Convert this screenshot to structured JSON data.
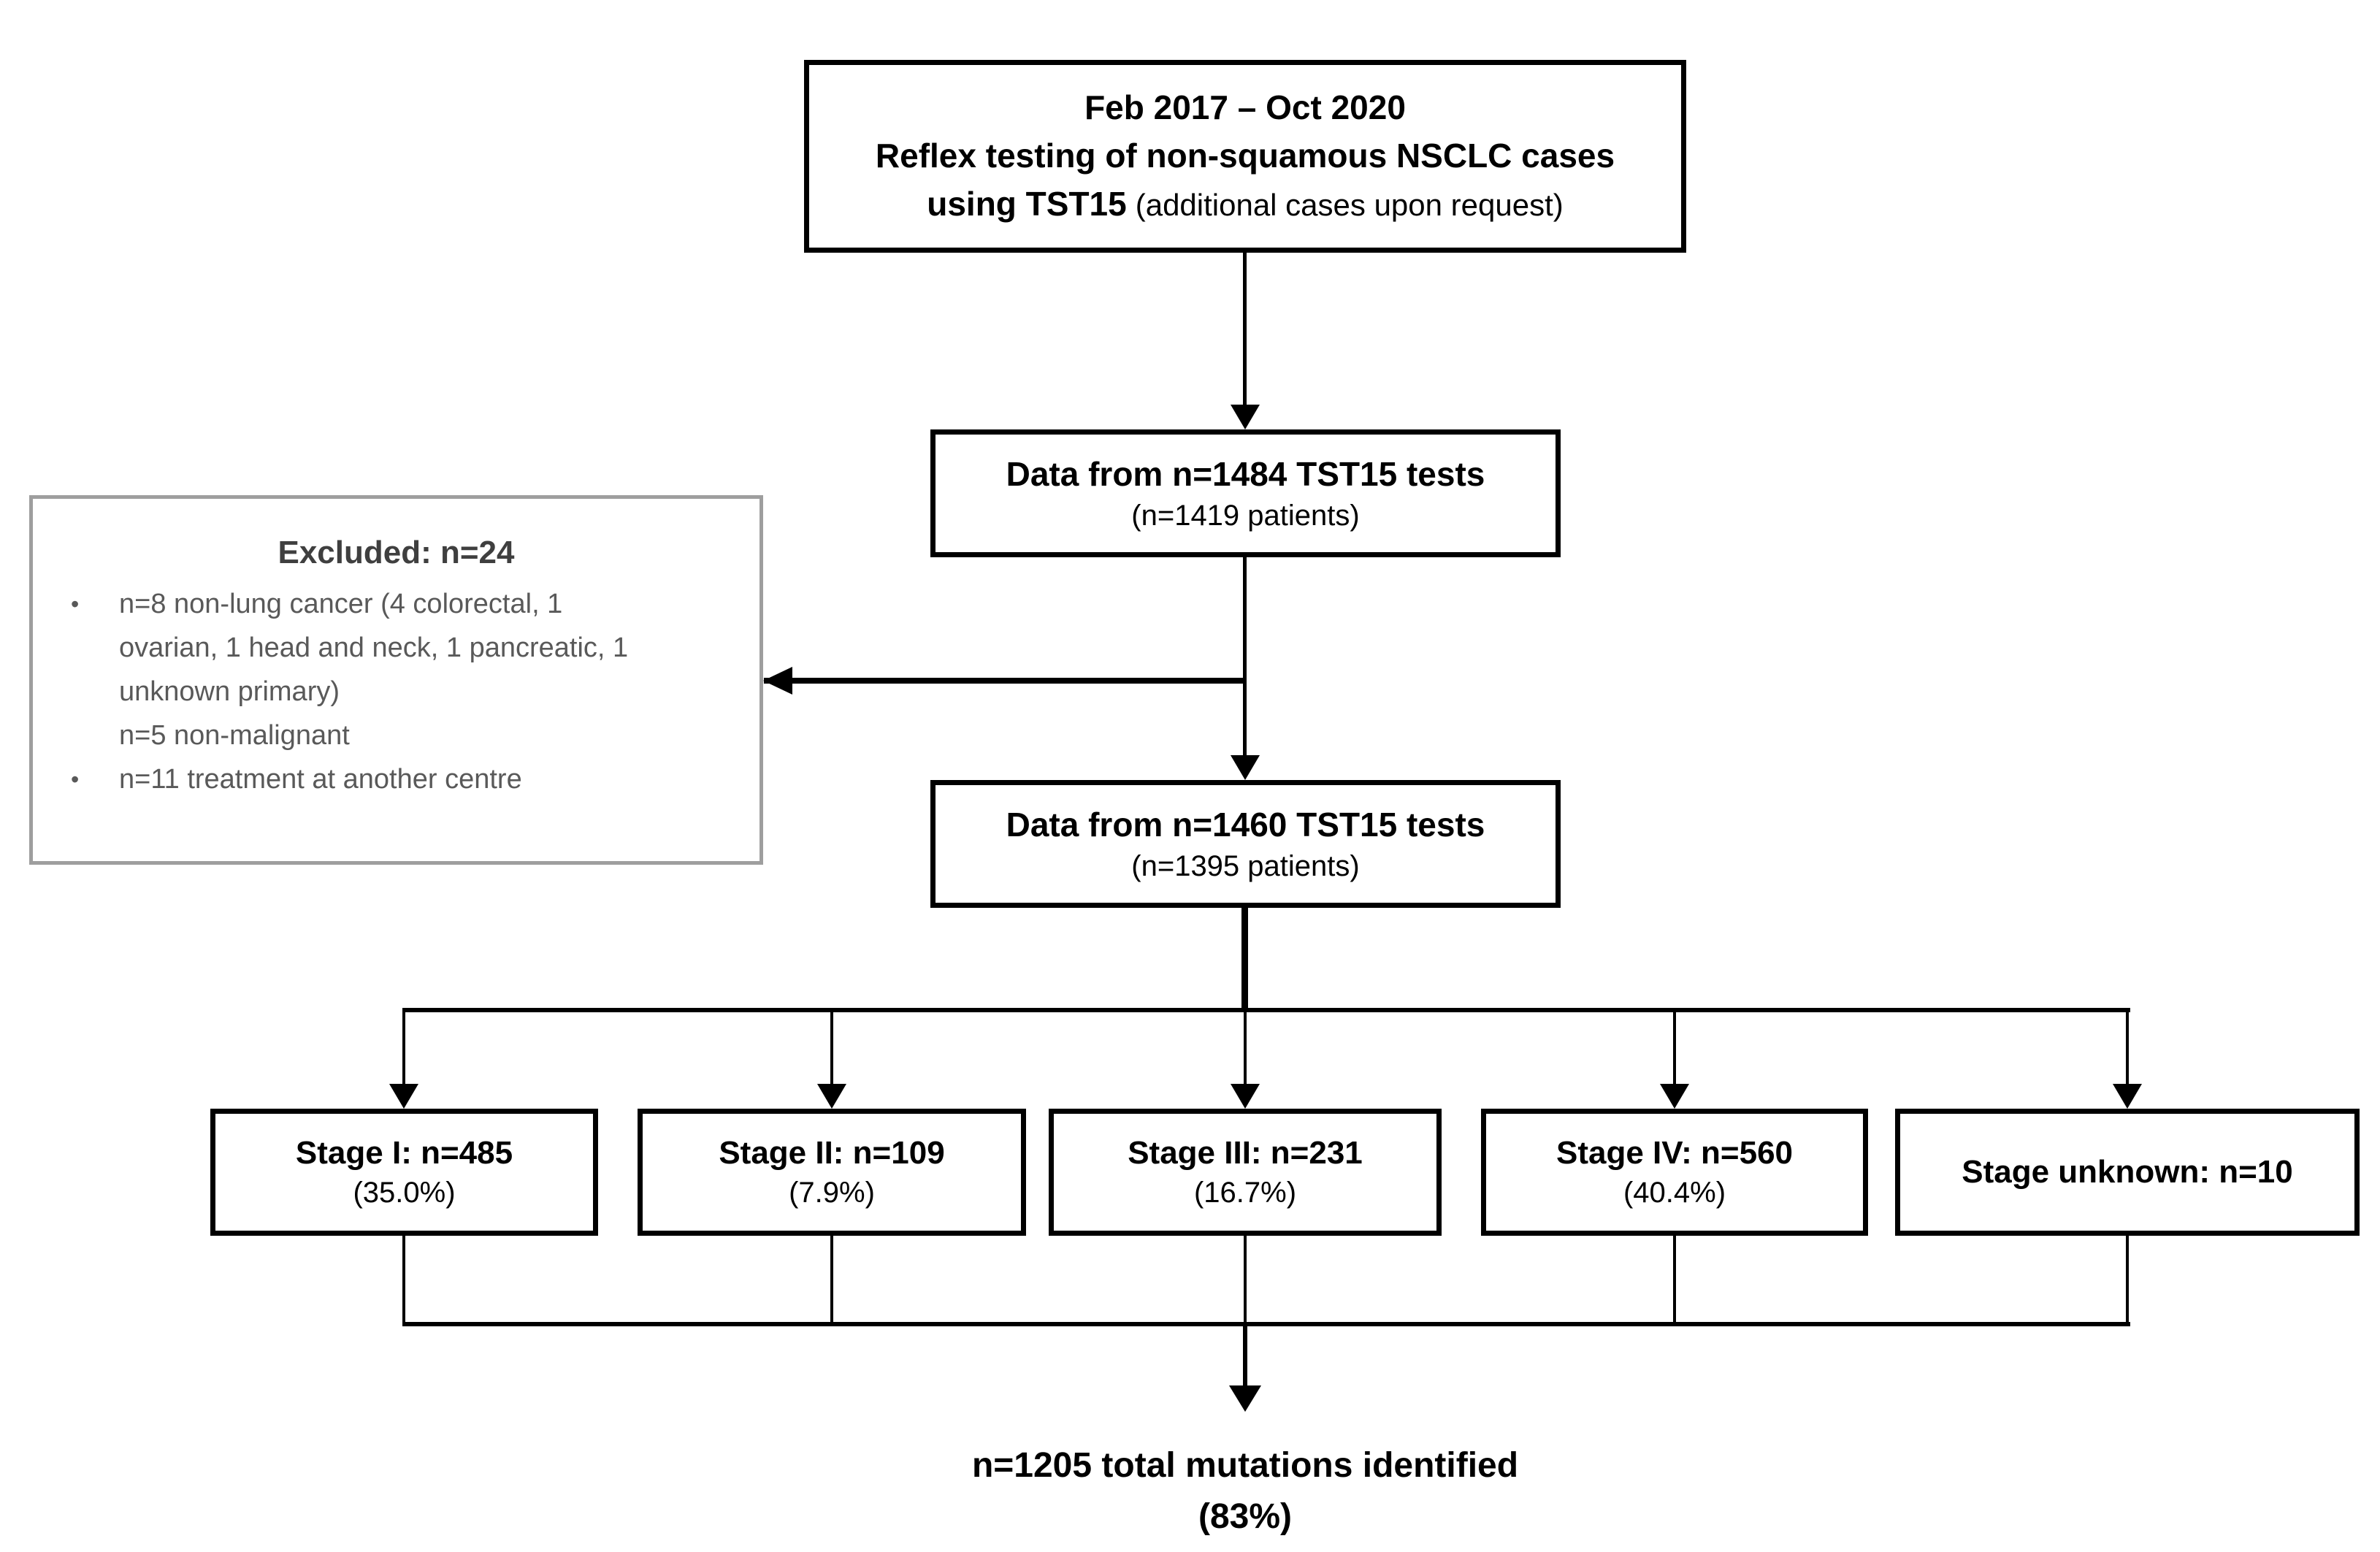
{
  "colors": {
    "line_black": "#000000",
    "excluded_border_gray": "#9e9e9e",
    "excluded_title_gray": "#3f3f3f",
    "excluded_text_gray": "#595959"
  },
  "top_box": {
    "line1": "Feb 2017 – Oct 2020",
    "line2": "Reflex testing of non-squamous NSCLC cases",
    "line3_bold": "using TST15",
    "line3_note": "(additional cases upon request)"
  },
  "initial_tests": {
    "line1": "Data from n=1484 TST15 tests",
    "line2": "(n=1419 patients)"
  },
  "excluded": {
    "title": "Excluded: n=24",
    "lines": [
      {
        "bullet": "•",
        "text": "n=8 non-lung cancer (4 colorectal, 1"
      },
      {
        "bullet": "",
        "text": "ovarian, 1 head and neck, 1 pancreatic, 1"
      },
      {
        "bullet": "",
        "text": "unknown primary)"
      },
      {
        "bullet": "",
        "text": "n=5 non-malignant"
      },
      {
        "bullet": "•",
        "text": "n=11 treatment at another centre"
      }
    ]
  },
  "included_tests": {
    "line1": "Data from n=1460 TST15 tests",
    "line2": "(n=1395 patients)"
  },
  "stages": [
    {
      "label": "Stage I: n=485",
      "percent": "(35.0%)"
    },
    {
      "label": "Stage II: n=109",
      "percent": "(7.9%)"
    },
    {
      "label": "Stage III: n=231",
      "percent": "(16.7%)"
    },
    {
      "label": "Stage IV: n=560",
      "percent": "(40.4%)"
    },
    {
      "label": "Stage unknown: n=10"
    }
  ],
  "total": {
    "line1": "n=1205 total mutations identified",
    "line2": "(83%)"
  }
}
